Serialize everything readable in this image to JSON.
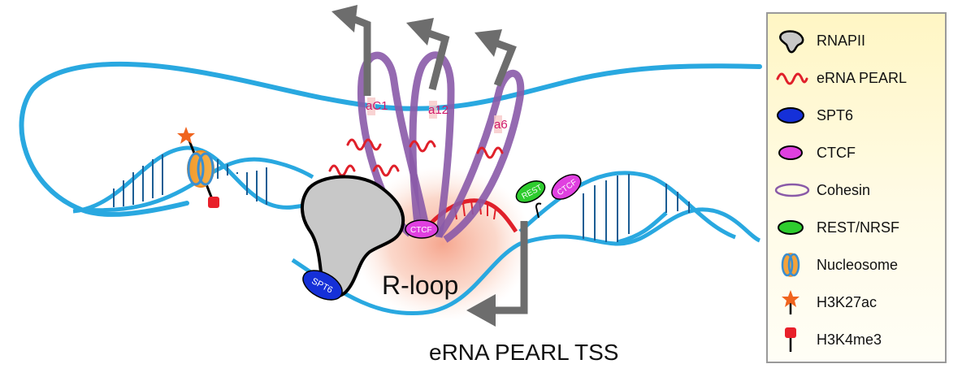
{
  "diagram": {
    "tss_label": "eRNA PEARL TSS",
    "rloop_label": "R-loop",
    "loop_labels": [
      "aC1",
      "a12",
      "a6"
    ],
    "protein_labels": {
      "spt6": "SPT6",
      "ctcf_center": "CTCF",
      "ctcf_right": "CTCF",
      "rest": "REST"
    }
  },
  "legend": {
    "items": [
      {
        "label": "RNAPII",
        "icon": "rnapii-icon"
      },
      {
        "label": "eRNA PEARL",
        "icon": "erna-squiggle-icon"
      },
      {
        "label": "SPT6",
        "icon": "spt6-ellipse-icon"
      },
      {
        "label": "CTCF",
        "icon": "ctcf-ellipse-icon"
      },
      {
        "label": "Cohesin",
        "icon": "cohesin-ring-icon"
      },
      {
        "label": "REST/NRSF",
        "icon": "rest-ellipse-icon"
      },
      {
        "label": "Nucleosome",
        "icon": "nucleosome-icon"
      },
      {
        "label": "H3K27ac",
        "icon": "h3k27ac-star-icon"
      },
      {
        "label": "H3K4me3",
        "icon": "h3k4me3-pin-icon"
      }
    ]
  },
  "colors": {
    "dna": "#29a8e0",
    "rungs": "#1b5d94",
    "erna": "#e0202a",
    "spt6": "#1530d8",
    "ctcf": "#e040e0",
    "cohesin": "#8a5aa8",
    "rest": "#2ecc2e",
    "rnapii": "#c8c8c8",
    "arrow": "#6d6d6d",
    "rloop_glow": "#f6a488",
    "star": "#f0641e",
    "pin": "#e8202a"
  }
}
